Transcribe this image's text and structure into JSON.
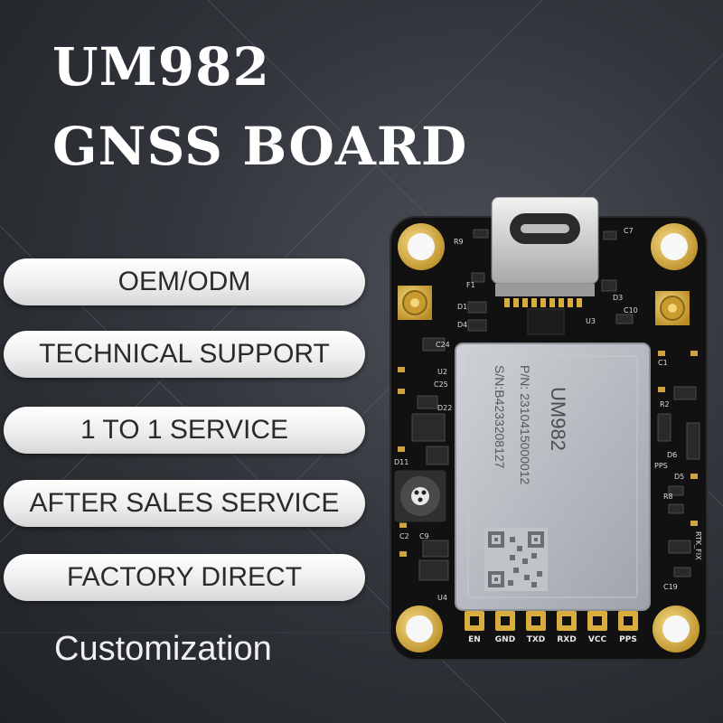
{
  "title": {
    "line1": "UM982",
    "line2": "GNSS BOARD"
  },
  "services": [
    "OEM/ODM",
    "TECHNICAL SUPPORT",
    "1 TO 1 SERVICE",
    "AFTER SALES SERVICE",
    "FACTORY DIRECT"
  ],
  "customization": "Customization",
  "module": {
    "name": "UM982",
    "pn": "P/N: 2310415000012",
    "sn": "S/N:B4233208127"
  },
  "pins": [
    "EN",
    "GND",
    "TXD",
    "RXD",
    "VCC",
    "PPS"
  ],
  "silkscreen": {
    "r9": "R9",
    "c7": "C7",
    "f1": "F1",
    "d3": "D3",
    "d1": "D1",
    "d4": "D4",
    "u3": "U3",
    "c10": "C10",
    "c24": "C24",
    "u2": "U2",
    "c25": "C25",
    "c1": "C1",
    "r2": "R2",
    "d22": "D22",
    "d6": "D6",
    "pps": "PPS",
    "d5": "D5",
    "d11": "D11",
    "r8": "R8",
    "c2": "C2",
    "c9": "C9",
    "u4": "U4",
    "rtk_fix": "RTK_FIX",
    "c19": "C19"
  },
  "colors": {
    "board": "#111111",
    "gold": "#d8ad3e",
    "pill": "#ffffff",
    "title": "#ffffff"
  }
}
